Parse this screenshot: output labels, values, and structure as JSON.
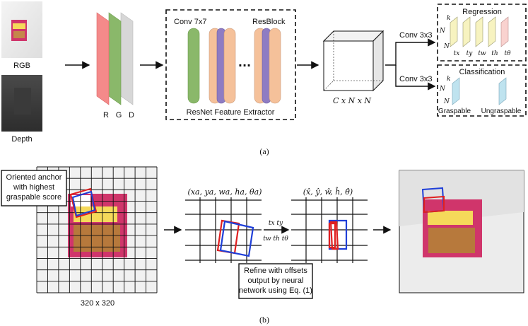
{
  "part_a": {
    "caption": "(a)",
    "inputs": {
      "rgb_label": "RGB",
      "depth_label": "Depth"
    },
    "channel_labels": [
      "R",
      "G",
      "D"
    ],
    "extractor": {
      "conv_label": "Conv 7x7",
      "resblock_label": "ResBlock",
      "ellipsis": "···",
      "title": "ResNet Feature Extractor"
    },
    "feature_map_label": "C x N x N",
    "regression": {
      "branch_label": "Conv 3x3",
      "title": "Regression",
      "dims": {
        "k": "k",
        "n1": "N",
        "n2": "N"
      },
      "params": [
        "tx",
        "ty",
        "tw",
        "th",
        "tθ"
      ]
    },
    "classification": {
      "branch_label": "Conv 3x3",
      "title": "Classification",
      "dims": {
        "k": "k",
        "n1": "N",
        "n2": "N"
      },
      "classes": [
        "Graspable",
        "Ungraspable"
      ]
    },
    "colors": {
      "red": "#f48a8a",
      "green": "#8ab86a",
      "gray": "#cfcfcf",
      "peach": "#f5c19a",
      "purple": "#8e7cc3",
      "yellow": "#f7f3c0",
      "pink": "#f9d2cf",
      "blue": "#bfe3ef"
    }
  },
  "part_b": {
    "caption": "(b)",
    "anchor_note": [
      "Oriented anchor",
      "with highest",
      "graspable score"
    ],
    "grid_size_label": "320 x 320",
    "anchor_formula": "(xa, ya, wa, ha, θa)",
    "refined_formula": "(x̂, ŷ, ŵ, ĥ, θ̂)",
    "offsets_top": "tx  ty",
    "offsets_bottom": "tw  th  tθ",
    "refine_note": [
      "Refine with offsets",
      "output by neural",
      "network using Eq. (1)"
    ],
    "colors": {
      "grasp_red": "#e02020",
      "grasp_blue": "#1f3fd8"
    }
  }
}
